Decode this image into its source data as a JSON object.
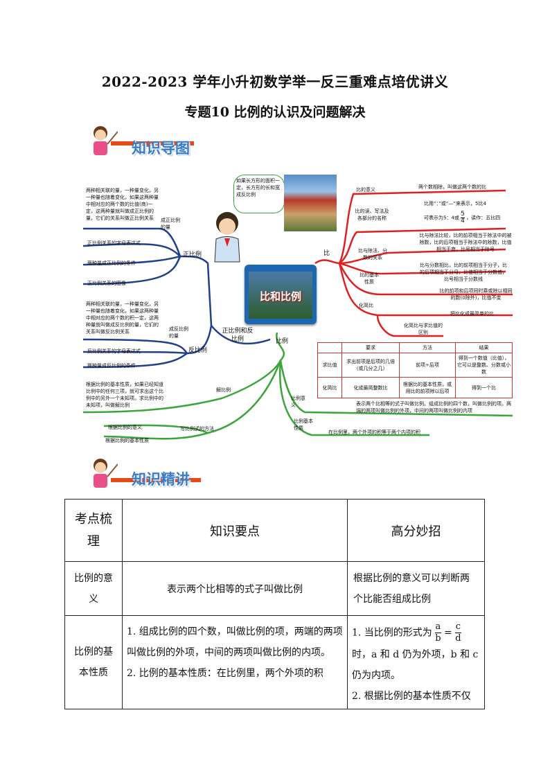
{
  "header": {
    "title": "2022-2023 学年小升初数学举一反三重难点培优讲义",
    "subtitle": "专题10  比例的认识及问题解决"
  },
  "banners": {
    "map": "知识导图",
    "lecture": "知识精讲"
  },
  "mindmap": {
    "center_label": "比和比例",
    "speech_bubble": "如果长方形的面积一定，长方形的长和宽成反比例",
    "left": {
      "branch_root": "正比例和反比例",
      "direct": {
        "label": "正比例",
        "items": [
          {
            "label": "成正比例的量",
            "desc": "两种相关联的量，一种量变化，另一种量也随着变化，如果这两种量中相对应的两个数的比值(商)一定，这两种量就叫做成正比例的量，它们的关系叫做正比例关系"
          },
          {
            "label": "正比例关系的字母表达式"
          },
          {
            "label": "两种量成正比例的条件"
          },
          {
            "label": "正比例关系的图像"
          }
        ]
      },
      "inverse": {
        "label": "反比例",
        "items": [
          {
            "label": "成反比例的量",
            "desc": "两种相关联的量，一种量变化，另一种量也随着变化，如果这两种量中相对应的两个数的积一定，这两种量就叫做成反比例的量，它们的关系叫做反比例关系"
          },
          {
            "label": "反比例关系的字母表达式"
          },
          {
            "label": "两种量成反比例的条件"
          }
        ]
      }
    },
    "bottom": {
      "branch_root": "比例",
      "solve": {
        "label": "解比例",
        "desc": "根据比例的基本性质，如果已经知道比例中的任何三项，就可求出这个比例中的另外一个未知项。求比例中的未知项，叫做解比例"
      },
      "write": {
        "label": "写比例式的方法",
        "items": [
          "根据比例的意义",
          "根据比例的基本性质"
        ]
      },
      "meaning": {
        "label": "比例意义",
        "desc": "表示两个比相等的式子叫做比例。组成比例的四个数，叫做比例的项。两端的两项叫做比例的外项，中间的两项叫做比例的内项"
      },
      "property": {
        "label": "比例基本性质",
        "desc": "在比例里，两个外项的积等于两个内项的积"
      }
    },
    "right": {
      "branch_root": "比",
      "items": [
        {
          "label": "比的意义",
          "desc": "两个数相除，叫做这两个数的比"
        },
        {
          "label": "比的读、写法及各部分的名称",
          "desc1": "比用“：”或“—”来表示，5比4",
          "desc2_pre": "可表示为5：4或",
          "desc2_num": "5",
          "desc2_den": "4",
          "desc2_post": "，读作：五比四"
        },
        {
          "label": "比与除法、分数的关系",
          "desc": "比与除法比较，比的前项相当于除法中的被除数，比的后项相当于除法中的除数，比值相当于商，比号相当于除号",
          "desc2": "比与分数相比，比的前项相当于分子，比的后项相当于分母，比值相当于分数值，比号相当于分数线"
        },
        {
          "label": "比的基本性质",
          "desc": "比的前项和后项同时乘或除以相同的数(0除外)，比值不变"
        },
        {
          "label": "化简比",
          "desc": "把比化成最简单的比"
        },
        {
          "label": "化简比与求比值的区别"
        }
      ],
      "compare_table": {
        "headers": [
          "",
          "要求",
          "方法",
          "结果"
        ],
        "rows": [
          [
            "求比值",
            "求出前项是后项的几倍（或几分之几）",
            "前项÷后项",
            "得到一个数值（比值），它可以是整数、分数或小数"
          ],
          [
            "化简比",
            "化成最简整数比",
            "根据比的基本性质，或用比的前项除以后项",
            "得到一个比"
          ]
        ]
      }
    }
  },
  "knowledge_table": {
    "header": {
      "col1": "考点梳理",
      "col2": "知识要点",
      "col3": "高分妙招"
    },
    "row1": {
      "topic": "比例的意义",
      "point": "表示两个比相等的式子叫做比例",
      "tip": "根据比例的意义可以判断两个比能否组成比例"
    },
    "row2": {
      "topic": "比例的基本性质",
      "point1": "1. 组成比例的四个数，叫做比例的项，两端的两项叫做比例的外项，中间的两项叫做比例的内项。",
      "point2": "2. 比例的基本性质：在比例里，两个外项的积",
      "tip1_pre": "1. 当比例的形式为",
      "tip1_a": "a",
      "tip1_b": "b",
      "tip1_eq": "=",
      "tip1_c": "c",
      "tip1_d": "d",
      "tip1_post": "时，a 和 d 仍为外项，b 和 c 仍为内项。",
      "tip2": "2. 根据比例的基本性质不仅"
    }
  },
  "colors": {
    "left_branch": "#1f3f8f",
    "bottom_branch": "#3aa63a",
    "right_branch": "#e02020",
    "banner_text": "#3a7bc8"
  }
}
